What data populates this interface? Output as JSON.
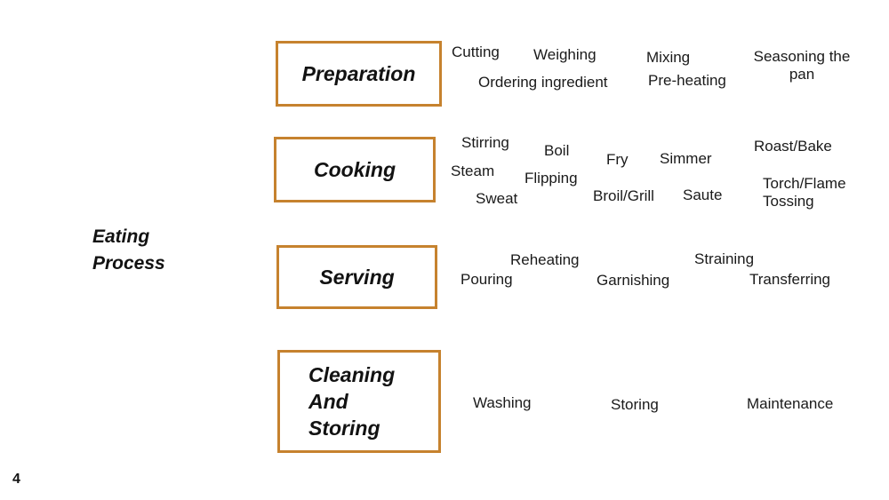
{
  "page_number": "4",
  "process_title": {
    "line1": "Eating",
    "line2": "Process"
  },
  "colors": {
    "box_border": "#c6822e",
    "text": "#1a1a1a",
    "background": "#ffffff"
  },
  "stages": [
    {
      "label": "Preparation",
      "activities": [
        "Cutting",
        "Weighing",
        "Mixing",
        "Seasoning the pan",
        "Ordering ingredient",
        "Pre-heating"
      ]
    },
    {
      "label": "Cooking",
      "activities": [
        "Stirring",
        "Boil",
        "Fry",
        "Simmer",
        "Roast/Bake",
        "Steam",
        "Flipping",
        "Sweat",
        "Broil/Grill",
        "Saute",
        "Torch/Flame Tossing"
      ]
    },
    {
      "label": "Serving",
      "activities": [
        "Reheating",
        "Straining",
        "Pouring",
        "Garnishing",
        "Transferring"
      ]
    },
    {
      "label": "Cleaning And Storing",
      "activities": [
        "Washing",
        "Storing",
        "Maintenance"
      ]
    }
  ]
}
